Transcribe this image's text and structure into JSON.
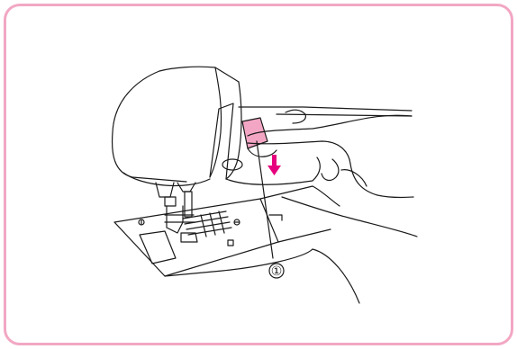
{
  "illustration": {
    "callout_label": "①",
    "colors": {
      "frame_border": "#f2a7c3",
      "highlight_button": "#f3a6c4",
      "arrow": "#e6007e",
      "line_art": "#1a1a1a"
    },
    "icons": [
      "sewing-machine-head",
      "presser-foot",
      "needle-plate",
      "hand",
      "reverse-stitch-button",
      "down-arrow-icon"
    ]
  }
}
